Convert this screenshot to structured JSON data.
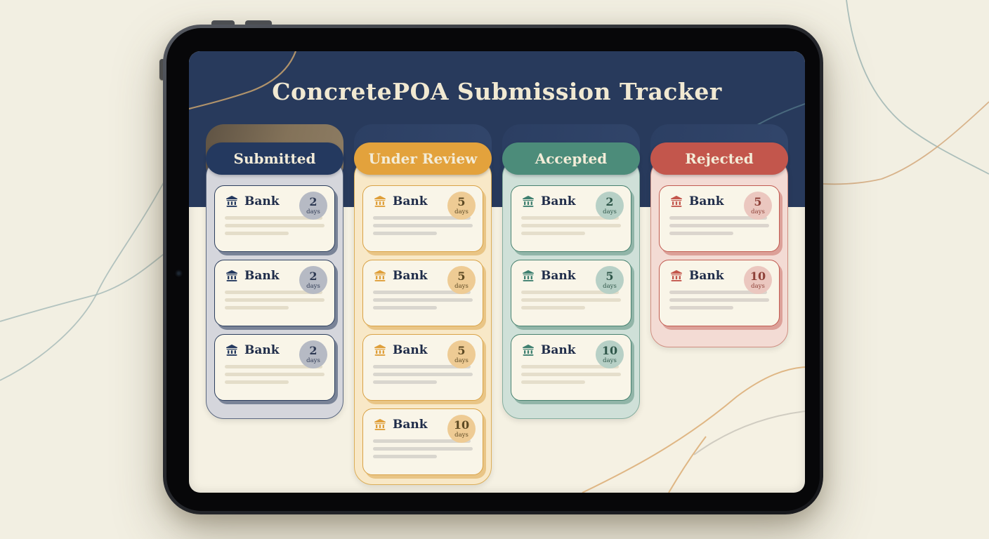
{
  "app": {
    "title": "ConcretePOA Submission Tracker"
  },
  "theme": {
    "page_background": "#f2efe2",
    "header_background": "#283a5c",
    "screen_background": "#f5f1e3"
  },
  "icons": {
    "bank": "classical-building-bank-icon"
  },
  "board": {
    "columns": [
      {
        "id": "submitted",
        "label": "Submitted",
        "accent_color": "#24395f",
        "cards": [
          {
            "title": "Bank",
            "days": "2",
            "unit": "days"
          },
          {
            "title": "Bank",
            "days": "2",
            "unit": "days"
          },
          {
            "title": "Bank",
            "days": "2",
            "unit": "days"
          }
        ]
      },
      {
        "id": "under_review",
        "label": "Under Review",
        "accent_color": "#e3a23c",
        "cards": [
          {
            "title": "Bank",
            "days": "5",
            "unit": "days"
          },
          {
            "title": "Bank",
            "days": "5",
            "unit": "days"
          },
          {
            "title": "Bank",
            "days": "5",
            "unit": "days"
          },
          {
            "title": "Bank",
            "days": "10",
            "unit": "days"
          }
        ]
      },
      {
        "id": "accepted",
        "label": "Accepted",
        "accent_color": "#4c8c7a",
        "cards": [
          {
            "title": "Bank",
            "days": "2",
            "unit": "days"
          },
          {
            "title": "Bank",
            "days": "5",
            "unit": "days"
          },
          {
            "title": "Bank",
            "days": "10",
            "unit": "days"
          }
        ]
      },
      {
        "id": "rejected",
        "label": "Rejected",
        "accent_color": "#c3564c",
        "cards": [
          {
            "title": "Bank",
            "days": "5",
            "unit": "days"
          },
          {
            "title": "Bank",
            "days": "10",
            "unit": "days"
          }
        ]
      }
    ]
  }
}
